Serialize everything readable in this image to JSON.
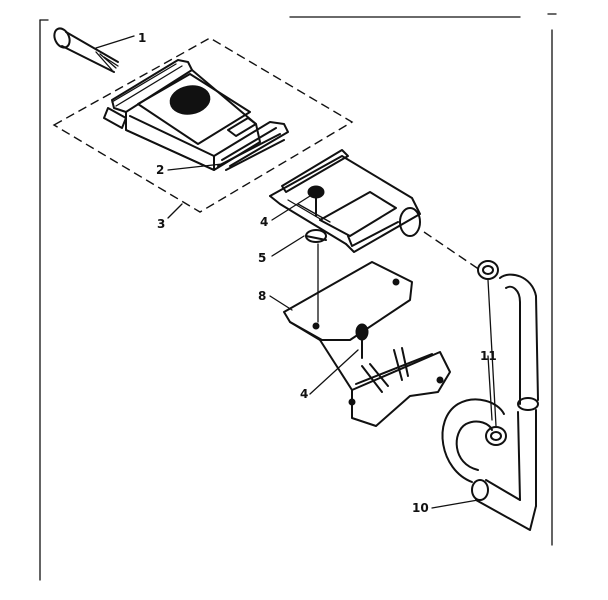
{
  "callouts": [
    {
      "id": "c1",
      "text": "1"
    },
    {
      "id": "c2",
      "text": "2"
    },
    {
      "id": "c3",
      "text": "3"
    },
    {
      "id": "c4a",
      "text": "4"
    },
    {
      "id": "c5",
      "text": "5"
    },
    {
      "id": "c8",
      "text": "8"
    },
    {
      "id": "c4b",
      "text": "4"
    },
    {
      "id": "c11",
      "text": "11"
    },
    {
      "id": "c10",
      "text": "10"
    }
  ]
}
